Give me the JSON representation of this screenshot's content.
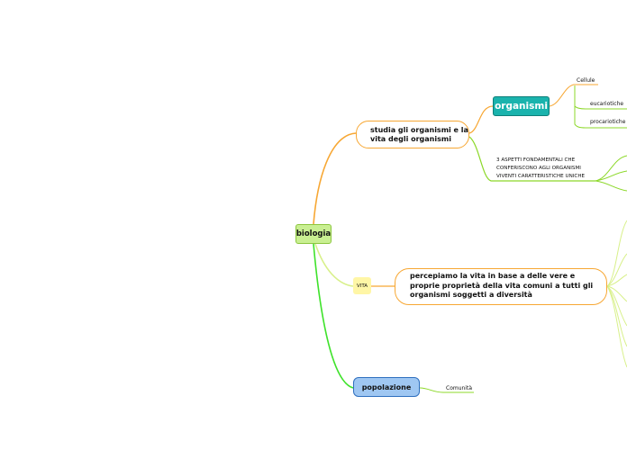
{
  "root": {
    "label": "biologia"
  },
  "branches": {
    "studia": {
      "label": "studia gli organismi e la vita degli organismi",
      "children": {
        "organismi": {
          "label": "organismi",
          "items": [
            "Cellule",
            "eucariotiche",
            "procariotiche"
          ]
        },
        "aspetti": {
          "label": "3 ASPETTI FONDAMENTALI CHE CONFERISCONO AGLI ORGANISMI VIVENTI CARATTERISTICHE UNICHE"
        }
      }
    },
    "vita": {
      "label": "VITA",
      "child": "percepiamo la vita in base a delle vere e proprie proprietà della vita comuni a tutti gli organismi soggetti a diversità"
    },
    "popolazione": {
      "label": "popolazione",
      "child": "Comunità"
    }
  },
  "colors": {
    "orange_link": "#f7a733",
    "green_link": "#8cd829",
    "bright_green_link": "#3fe22b",
    "teal_node": "#1ab3ad",
    "blue_node": "#9fc7f2",
    "root_node": "#c9ef92",
    "vita_node": "#fff6a6"
  }
}
